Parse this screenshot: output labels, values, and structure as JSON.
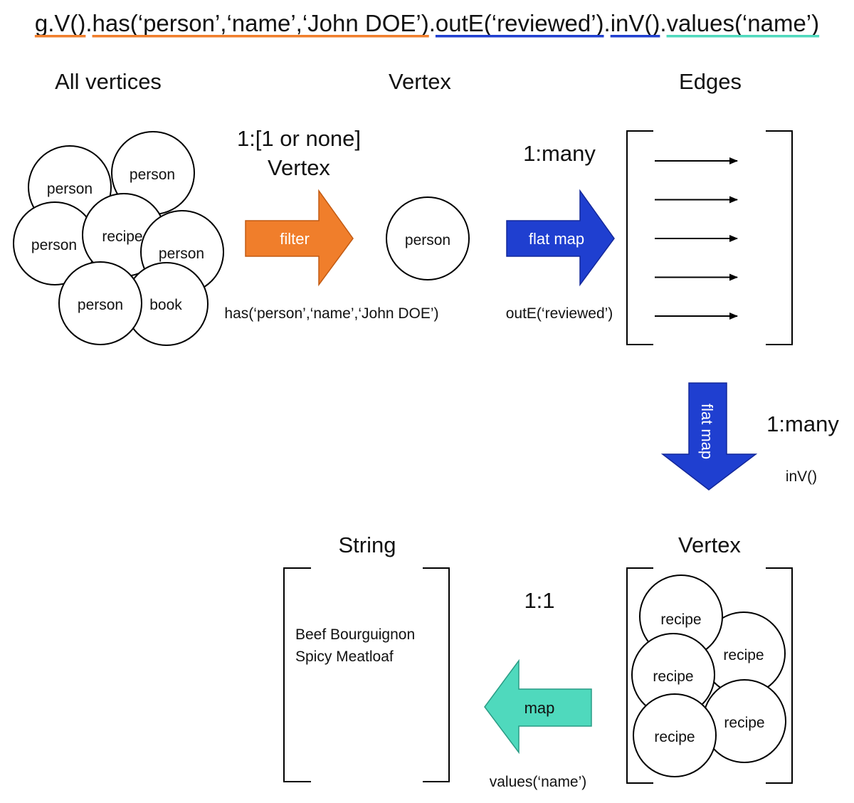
{
  "query": {
    "text": "g.V().has(‘person’,‘name’,‘John DOE’).outE(‘reviewed’).inV().values(‘name’)",
    "segments": [
      {
        "text": "g.V()",
        "color": "#f07e2b"
      },
      {
        "text": ".",
        "color": ""
      },
      {
        "text": "has(‘person’,‘name’,‘John DOE’)",
        "color": "#f07e2b"
      },
      {
        "text": ".",
        "color": ""
      },
      {
        "text": "outE(‘reviewed’)",
        "color": "#1f3fd0"
      },
      {
        "text": ".",
        "color": ""
      },
      {
        "text": "inV()",
        "color": "#1f3fd0"
      },
      {
        "text": ".",
        "color": ""
      },
      {
        "text": "values(‘name’)",
        "color": "#4fd9bd"
      }
    ]
  },
  "headings": {
    "all_vertices": "All vertices",
    "vertex_top": "Vertex",
    "edges": "Edges",
    "string": "String",
    "vertex_bottom": "Vertex"
  },
  "all_vertices": {
    "nodes": [
      "person",
      "person",
      "person",
      "recipe",
      "person",
      "person",
      "book"
    ]
  },
  "step_filter": {
    "cardinality_line1": "1:[1 or none]",
    "cardinality_line2": "Vertex",
    "arrow_label": "filter",
    "step": "has(‘person’,‘name’,‘John DOE’)",
    "color": "#f07e2b"
  },
  "single_vertex": {
    "label": "person"
  },
  "step_outE": {
    "cardinality": "1:many",
    "arrow_label": "flat map",
    "step": "outE(‘reviewed’)",
    "color": "#1f3fd0"
  },
  "edges": {
    "count": 5
  },
  "step_inV": {
    "cardinality": "1:many",
    "arrow_label": "flat map",
    "step": "inV()",
    "color": "#1f3fd0"
  },
  "result_vertices": {
    "nodes": [
      "recipe",
      "recipe",
      "recipe",
      "recipe",
      "recipe"
    ]
  },
  "step_values": {
    "cardinality": "1:1",
    "arrow_label": "map",
    "step": "values(‘name’)",
    "color": "#4fd9bd"
  },
  "strings": {
    "items": [
      "Beef Bourguignon",
      "Spicy Meatloaf"
    ]
  }
}
